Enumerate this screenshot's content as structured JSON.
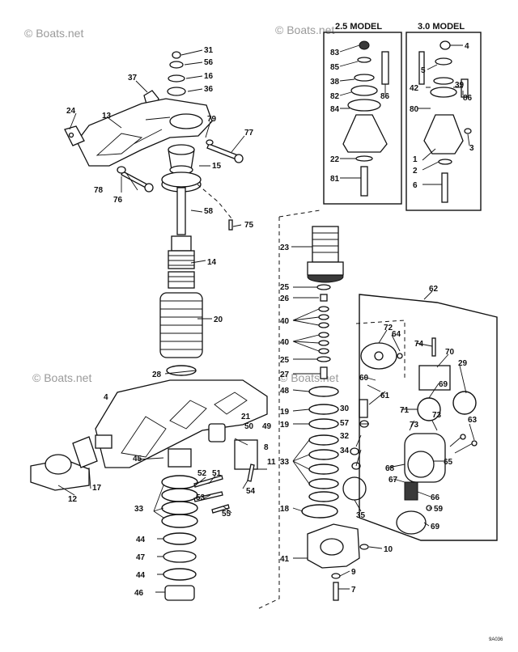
{
  "watermarks": [
    "© Boats.net",
    "© Boats.net",
    "© Boats.net",
    "© Boats.net"
  ],
  "model_headers": {
    "left": "2.5 MODEL",
    "right": "3.0 MODEL"
  },
  "drawing_code": "9A036",
  "callouts": {
    "c31": "31",
    "c56": "56",
    "c16": "16",
    "c36": "36",
    "c37": "37",
    "c24": "24",
    "c13": "13",
    "c79": "79",
    "c77": "77",
    "c15": "15",
    "c78": "78",
    "c76": "76",
    "c58": "58",
    "c75": "75",
    "c14": "14",
    "c20": "20",
    "c28": "28",
    "c_arm": "4",
    "c21": "21",
    "c50": "50",
    "c49": "49",
    "c45": "45",
    "c52": "52",
    "c51": "51",
    "c8": "8",
    "c11": "11",
    "c54": "54",
    "c53": "53",
    "c55": "55",
    "c12": "12",
    "c17": "17",
    "c33a": "33",
    "c44a": "44",
    "c47": "47",
    "c44b": "44",
    "c46": "46",
    "c23": "23",
    "c25a": "25",
    "c26": "26",
    "c40a": "40",
    "c40b": "40",
    "c25b": "25",
    "c27": "27",
    "c48": "48",
    "c19a": "19",
    "c19b": "19",
    "c30": "30",
    "c57": "57",
    "c32": "32",
    "c34": "34",
    "c33b": "33",
    "c35": "35",
    "c18": "18",
    "c41": "41",
    "c10": "10",
    "c9": "9",
    "c7": "7",
    "c83": "83",
    "c85": "85",
    "c38": "38",
    "c82": "82",
    "c84": "84",
    "c22": "22",
    "c81": "81",
    "c86a": "86",
    "c4": "4",
    "c5": "5",
    "c42": "42",
    "c39": "39",
    "c86b": "86",
    "c80": "80",
    "c3": "3",
    "c1": "1",
    "c2": "2",
    "c6": "6",
    "c62": "62",
    "c72": "72",
    "c64": "64",
    "c74": "74",
    "c70": "70",
    "c29": "29",
    "c60": "60",
    "c61": "61",
    "c69a": "69",
    "c71": "71",
    "c73a": "73",
    "c73b": "73",
    "c63": "63",
    "c65": "65",
    "c68": "68",
    "c67": "67",
    "c66": "66",
    "c59": "59",
    "c69b": "69"
  }
}
